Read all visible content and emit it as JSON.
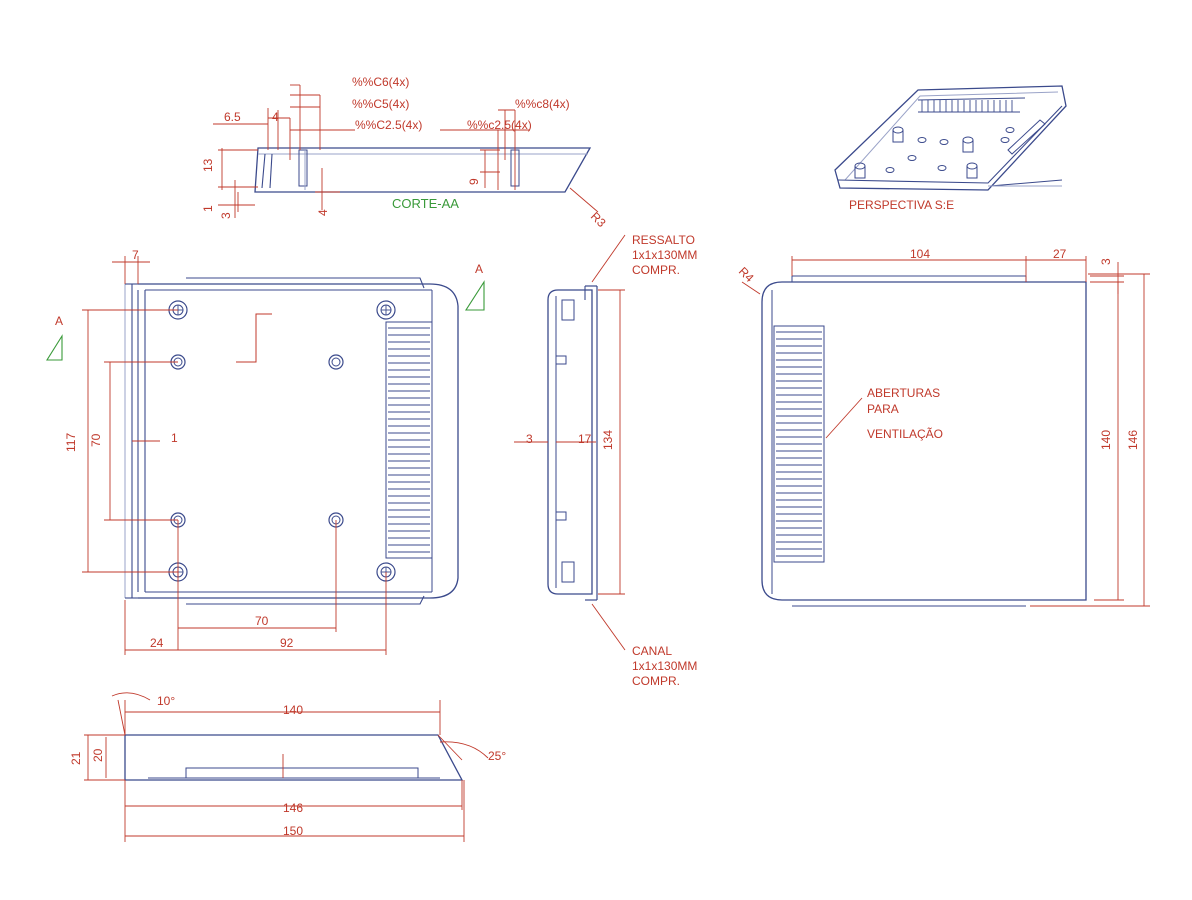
{
  "colors": {
    "outline": "#3b4a8c",
    "outline_light": "#9aa3c8",
    "dimension": "#c0392b",
    "section_label": "#3a9a3a",
    "background": "#ffffff"
  },
  "section_view": {
    "label": "CORTE-AA",
    "dims": {
      "c6": "%%C6(4x)",
      "c5": "%%C5(4x)",
      "c25": "%%C2.5(4x)",
      "c8": "%%c8(4x)",
      "c25b": "%%c2.5(4x)",
      "d65": "6.5",
      "d4a": "4",
      "d13": "13",
      "d1": "1",
      "d3": "3",
      "d4b": "4",
      "d9": "9",
      "r3": "R3"
    }
  },
  "perspective": {
    "label": "PERSPECTIVA S:E"
  },
  "top_view": {
    "section_mark_left": "A",
    "section_mark_right": "A",
    "dims": {
      "d7": "7",
      "d117": "117",
      "d70v": "70",
      "d1": "1",
      "d70h": "70",
      "d24": "24",
      "d92": "92"
    }
  },
  "side_view": {
    "note_top": [
      "RESSALTO",
      "1x1x130MM",
      "COMPR."
    ],
    "note_bottom": [
      "CANAL",
      "1x1x130MM",
      "COMPR."
    ],
    "dims": {
      "d3": "3",
      "d17": "17",
      "d134": "134"
    }
  },
  "right_view": {
    "note": [
      "ABERTURAS",
      "PARA",
      "VENTILAÇÃO"
    ],
    "dims": {
      "d104": "104",
      "d27": "27",
      "d3": "3",
      "r4": "R4",
      "d140": "140",
      "d146": "146"
    }
  },
  "bottom_view": {
    "dims": {
      "a10": "10°",
      "d140": "140",
      "a25": "25°",
      "d21": "21",
      "d20": "20",
      "d146": "146",
      "d150": "150"
    }
  }
}
